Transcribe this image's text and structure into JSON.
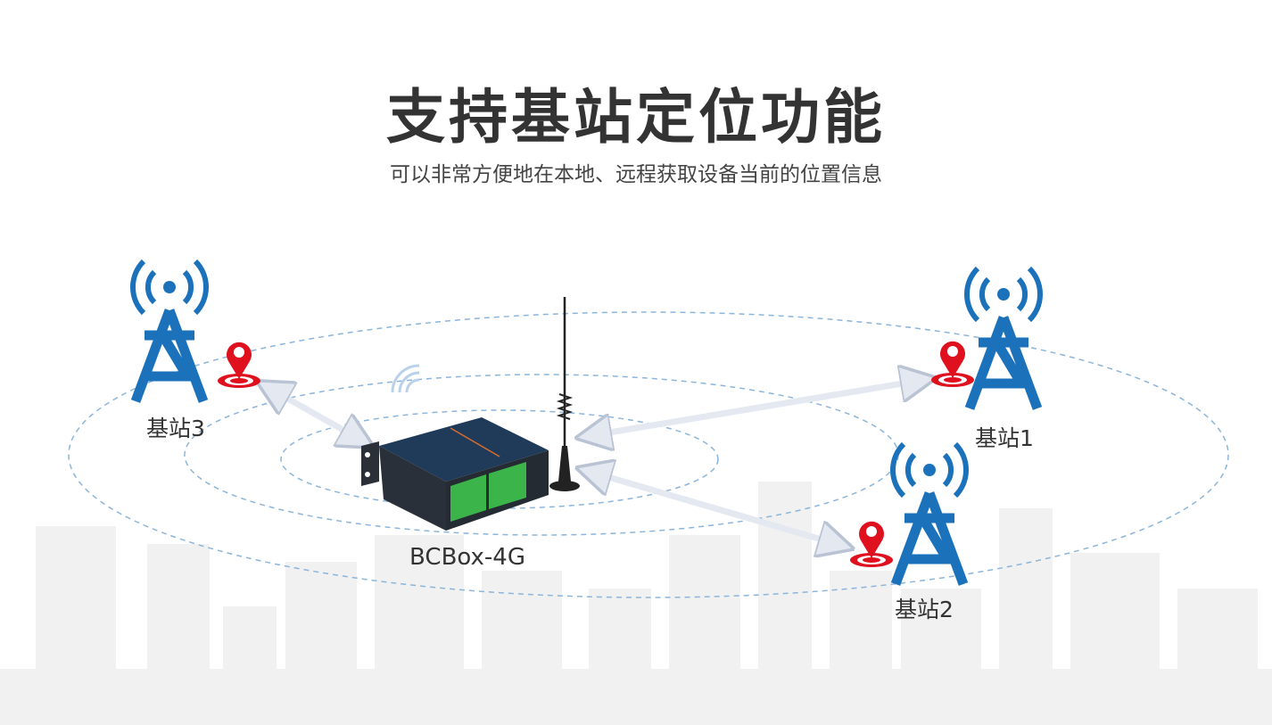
{
  "header": {
    "title": "支持基站定位功能",
    "subtitle": "可以非常方便地在本地、远程获取设备当前的位置信息"
  },
  "diagram": {
    "device_label": "BCBox-4G",
    "stations": [
      {
        "label": "基站3"
      },
      {
        "label": "基站1"
      },
      {
        "label": "基站2"
      }
    ]
  },
  "colors": {
    "tower": "#1b72bb",
    "pin": "#e0111e",
    "rings": "#8cb5db",
    "arrow": "#e4e9f1",
    "skyline": "#f1f1f1"
  }
}
